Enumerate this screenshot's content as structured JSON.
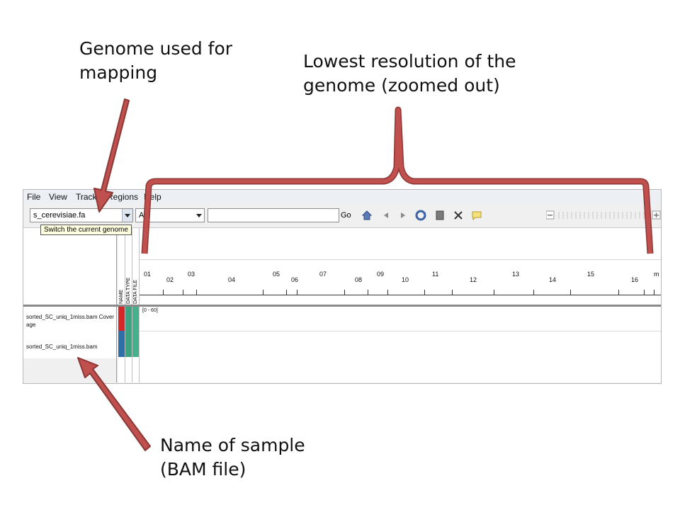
{
  "annotations": {
    "genome": "Genome used for\nmapping",
    "resolution": "Lowest resolution of the\ngenome (zoomed out)",
    "sample": "Name of sample\n(BAM file)"
  },
  "menu": [
    "File",
    "View",
    "Tracks",
    "Regions",
    "Help"
  ],
  "toolbar": {
    "genome_value": "s_cerevisiae.fa",
    "chromosome_value": "All",
    "locus_value": "",
    "go_label": "Go",
    "tooltip": "Switch the current genome"
  },
  "attribute_headers": [
    "NAME",
    "DATA TYPE",
    "DATA FILE"
  ],
  "ruler": {
    "chromosomes_top": [
      "01",
      "03",
      "05",
      "07",
      "09",
      "11",
      "13",
      "15",
      "m"
    ],
    "chromosomes_bottom": [
      "02",
      "04",
      "06",
      "08",
      "10",
      "12",
      "14",
      "16"
    ]
  },
  "tracks": {
    "coverage_name": "sorted_SC_uniq_1miss.bam Coverage",
    "alignment_name": "sorted_SC_uniq_1miss.bam",
    "data_range": "[0 - 60]"
  },
  "colors": {
    "arrow": "#c0504d",
    "arrow_border": "#8c3836",
    "coverage_attr": "#d62728",
    "alignment_attr": "#2e6fa8",
    "file_attr": "#3aa37f"
  }
}
